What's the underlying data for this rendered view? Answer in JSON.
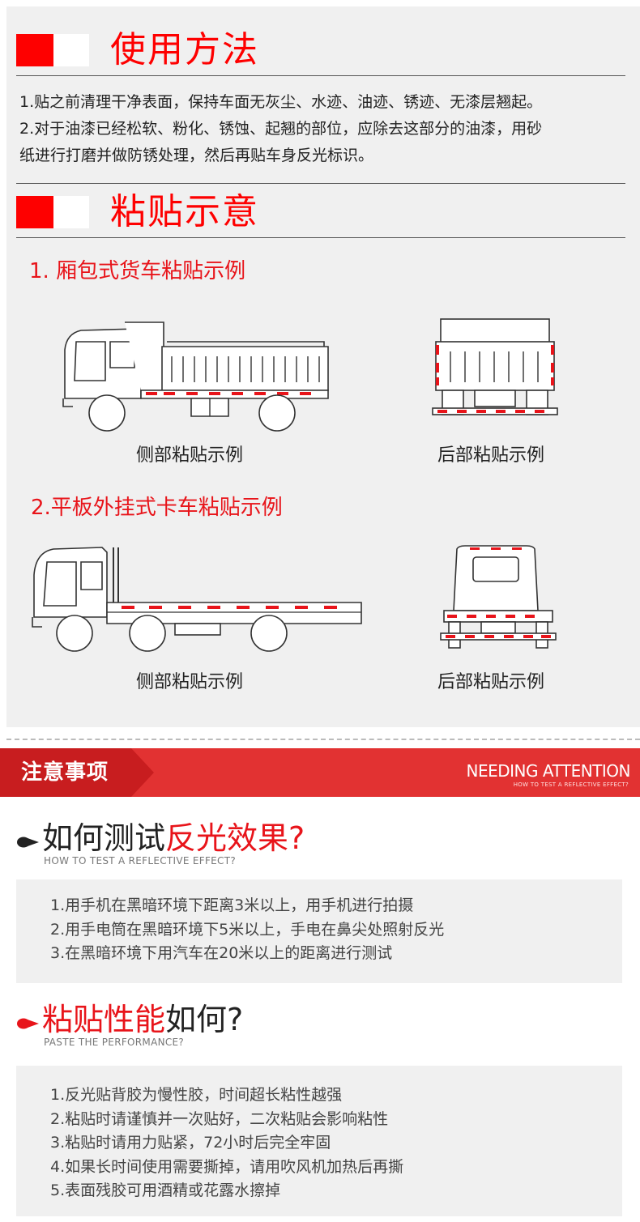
{
  "usage": {
    "title": "使用方法",
    "lines": [
      "1.贴之前清理干净表面，保持车面无灰尘、水迹、油迹、锈迹、无漆层翘起。",
      "2.对于油漆已经松软、粉化、锈蚀、起翘的部位，应除去这部分的油漆，用砂",
      "纸进行打磨并做防锈处理，然后再贴车身反光标识。"
    ]
  },
  "paste": {
    "title": "粘贴示意",
    "box_truck": {
      "heading": "1. 厢包式货车粘贴示例",
      "side_caption": "侧部粘贴示例",
      "rear_caption": "后部粘贴示例"
    },
    "flatbed": {
      "heading": "2.平板外挂式卡车粘贴示例",
      "side_caption": "侧部粘贴示例",
      "rear_caption": "后部粘贴示例"
    }
  },
  "attention": {
    "label": "注意事项",
    "en_title": "NEEDING ATTENTION",
    "en_sub": "HOW TO TEST A REFLECTIVE EFFECT?"
  },
  "test_effect": {
    "title_black": "如何测试",
    "title_red": "反光效果?",
    "subtitle": "HOW TO TEST A REFLECTIVE EFFECT?",
    "items": [
      "1.用手机在黑暗环境下距离3米以上，用手机进行拍摄",
      "2.用手电筒在黑暗环境下5米以上，手电在鼻尖处照射反光",
      "3.在黑暗环境下用汽车在20米以上的距离进行测试"
    ]
  },
  "performance": {
    "title_red": "粘贴性能",
    "title_black": "如何?",
    "subtitle": "PASTE THE PERFORMANCE?",
    "items": [
      "1.反光贴背胶为慢性胶，时间超长粘性越强",
      "2.粘贴时请谨慎并一次贴好，二次粘贴会影响粘性",
      "3.粘贴时请用力贴紧，72小时后完全牢固",
      "4.如果长时间使用需要撕掉，请用吹风机加热后再撕",
      "5.表面残胶可用酒精或花露水擦掉"
    ]
  },
  "colors": {
    "brand_red": "#fe0000",
    "banner_red": "#e23232",
    "banner_tab": "#c81d1f",
    "panel_grey": "#f0f0f0",
    "reflective_red": "#e8141a"
  }
}
